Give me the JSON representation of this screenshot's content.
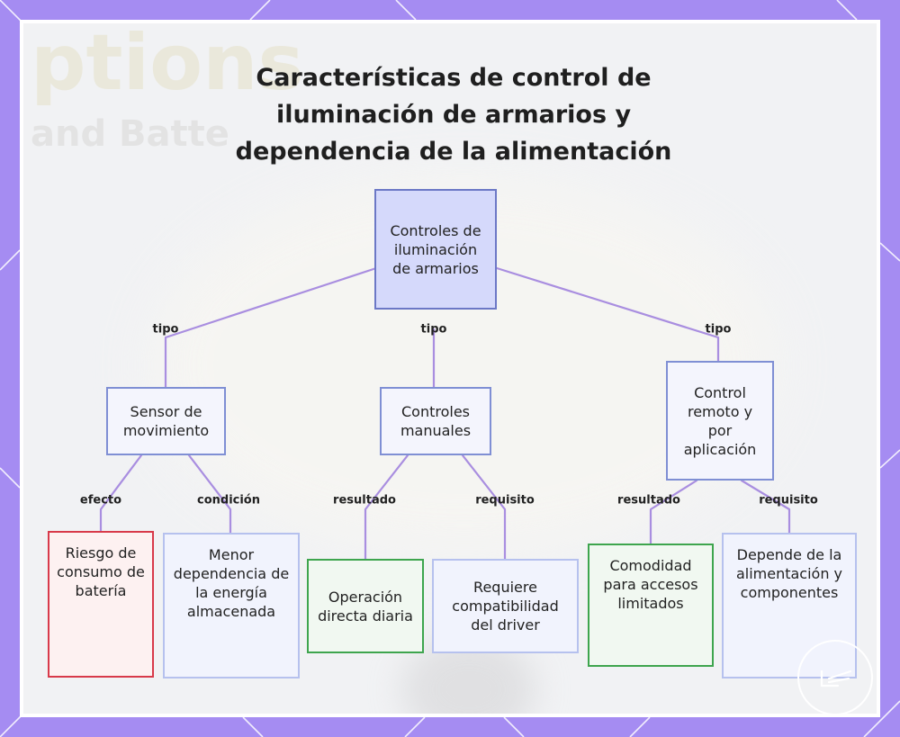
{
  "title_lines": [
    "Características de control de",
    "iluminación de armarios y",
    "dependencia de la alimentación"
  ],
  "background": {
    "word1": "ptions",
    "word2": "and Batte"
  },
  "colors": {
    "frame": "#a58cf2",
    "edge": "#a98ee0",
    "root_fill": "#d5d9fb",
    "effect_border": "#d83a4a",
    "result_border": "#3ea54e",
    "neutral_border": "#b6c1ee"
  },
  "nodes": {
    "root": "Controles de iluminación de armarios",
    "motion_sensor": "Sensor de movimiento",
    "manual_controls": "Controles manuales",
    "remote_app": "Control remoto y por aplicación",
    "battery_risk": "Riesgo de consumo de batería",
    "less_dependence": "Menor dependencia de la energía almacenada",
    "daily_operation": "Operación directa diaria",
    "driver_compat": "Requiere compatibilidad del driver",
    "limited_access": "Comodidad para accesos limitados",
    "power_depend": "Depende de la alimentación y componentes"
  },
  "edge_labels": {
    "tipo_left": "tipo",
    "tipo_center": "tipo",
    "tipo_right": "tipo",
    "efecto": "efecto",
    "condicion": "condición",
    "resultado_manual": "resultado",
    "requisito_manual": "requisito",
    "resultado_remote": "resultado",
    "requisito_remote": "requisito"
  },
  "icons": {
    "corner_logo": "brand-logo-icon"
  }
}
